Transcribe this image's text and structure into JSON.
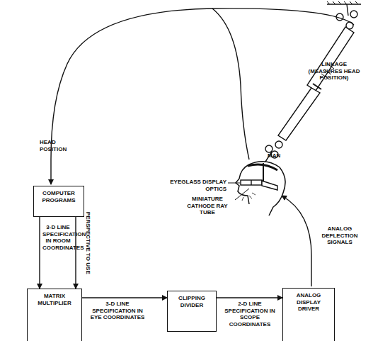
{
  "diagram": {
    "nodes": [
      {
        "text": [
          "COMPUTER PROGRAMS"
        ]
      },
      {
        "text": [
          "MATRIX MULTIPLIER"
        ]
      },
      {
        "text": [
          "CLIPPING DIVIDER"
        ]
      },
      {
        "text": [
          "ANALOG DISPLAY DRIVER"
        ]
      }
    ],
    "edges": [
      {
        "from": 0,
        "to": 1,
        "label": "3-D LINE SPECIFICATION IN ROOM COORDINATES",
        "arrow": "to"
      },
      {
        "from": 0,
        "to": 1,
        "label": "PERSPECTIVE TO USE",
        "arrow": "to"
      },
      {
        "from": 1,
        "to": 2,
        "label": "3-D LINE SPECIFICATION IN EYE COORDINATES",
        "arrow": "to"
      },
      {
        "from": 2,
        "to": 3,
        "label": "2-D LINE SPECIFICATION IN SCOPE COORDINATES",
        "arrow": "to"
      }
    ],
    "labels": [
      "HEAD POSITION",
      "LINKAGE (MEASURES HEAD POSITION)",
      "MAN",
      "EYEGLASS DISPLAY OPTICS",
      "MINIATURE CATHODE RAY TUBE",
      "ANALOG DEFLECTION SIGNALS"
    ]
  }
}
